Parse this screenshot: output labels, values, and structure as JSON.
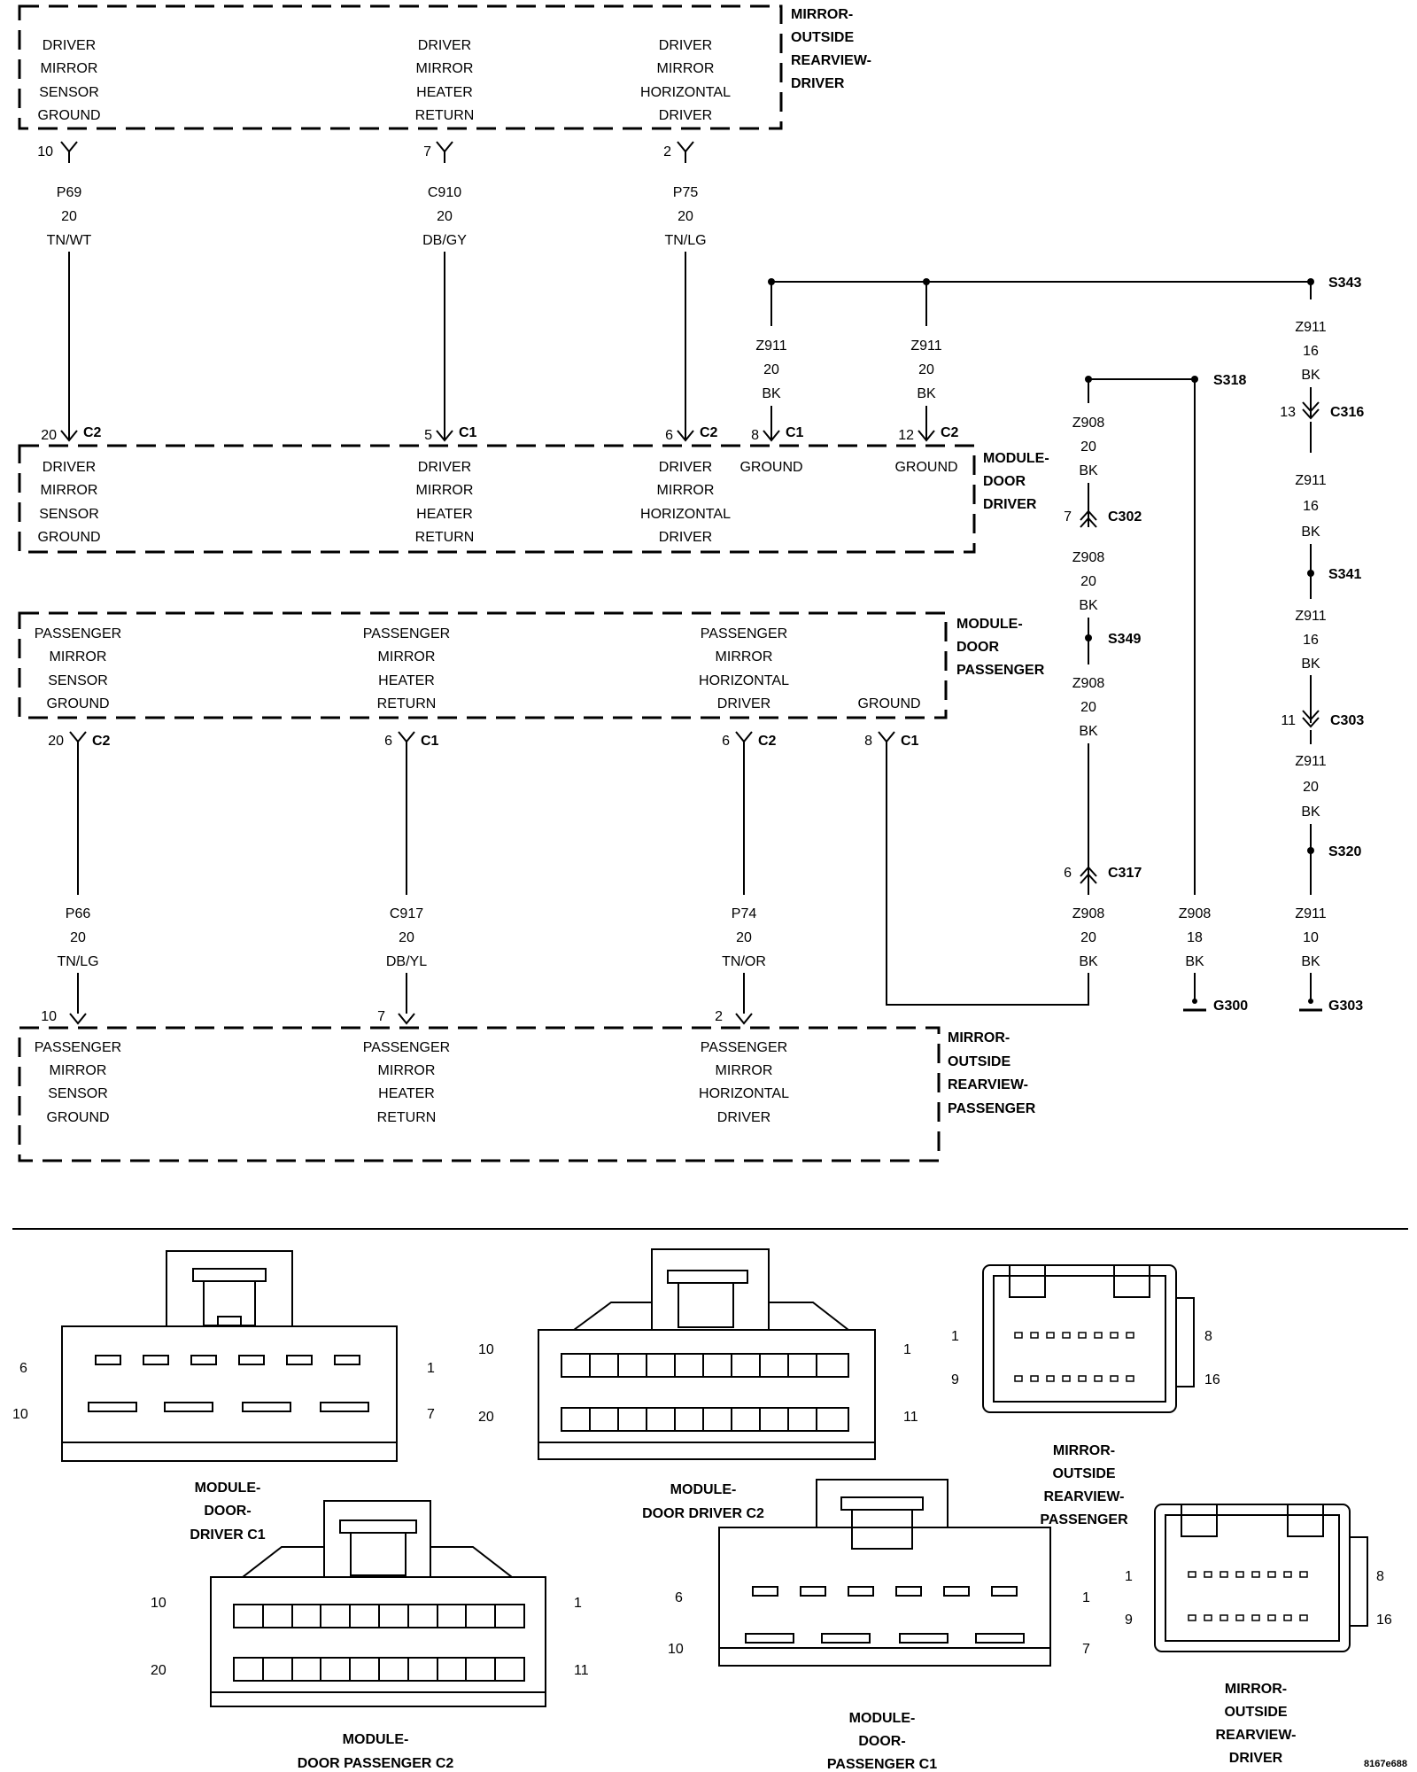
{
  "mirror_driver": {
    "title": [
      "MIRROR-",
      "OUTSIDE",
      "REARVIEW-",
      "DRIVER"
    ],
    "func1": [
      "DRIVER",
      "MIRROR",
      "SENSOR",
      "GROUND"
    ],
    "func2": [
      "DRIVER",
      "MIRROR",
      "HEATER",
      "RETURN"
    ],
    "func3": [
      "DRIVER",
      "MIRROR",
      "HORIZONTAL",
      "DRIVER"
    ],
    "pins": [
      "10",
      "7",
      "2"
    ]
  },
  "module_door_driver": {
    "title": [
      "MODULE-",
      "DOOR",
      "DRIVER"
    ],
    "func1": [
      "DRIVER",
      "MIRROR",
      "SENSOR",
      "GROUND"
    ],
    "func2": [
      "DRIVER",
      "MIRROR",
      "HEATER",
      "RETURN"
    ],
    "func3": [
      "DRIVER",
      "MIRROR",
      "HORIZONTAL",
      "DRIVER"
    ],
    "ground": "GROUND",
    "pins": [
      "20",
      "5",
      "6",
      "8",
      "12"
    ],
    "conns": [
      "C2",
      "C1",
      "C2",
      "C1",
      "C2"
    ]
  },
  "module_door_passenger": {
    "title": [
      "MODULE-",
      "DOOR",
      "PASSENGER"
    ],
    "func1": [
      "PASSENGER",
      "MIRROR",
      "SENSOR",
      "GROUND"
    ],
    "func2": [
      "PASSENGER",
      "MIRROR",
      "HEATER",
      "RETURN"
    ],
    "func3": [
      "PASSENGER",
      "MIRROR",
      "HORIZONTAL",
      "DRIVER"
    ],
    "ground": "GROUND",
    "pins": [
      "20",
      "6",
      "6",
      "8"
    ],
    "conns": [
      "C2",
      "C1",
      "C2",
      "C1"
    ]
  },
  "mirror_passenger": {
    "title": [
      "MIRROR-",
      "OUTSIDE",
      "REARVIEW-",
      "PASSENGER"
    ],
    "func1": [
      "PASSENGER",
      "MIRROR",
      "SENSOR",
      "GROUND"
    ],
    "func2": [
      "PASSENGER",
      "MIRROR",
      "HEATER",
      "RETURN"
    ],
    "func3": [
      "PASSENGER",
      "MIRROR",
      "HORIZONTAL",
      "DRIVER"
    ],
    "pins": [
      "10",
      "7",
      "2"
    ]
  },
  "wires": {
    "p69": [
      "P69",
      "20",
      "TN/WT"
    ],
    "c910": [
      "C910",
      "20",
      "DB/GY"
    ],
    "p75": [
      "P75",
      "20",
      "TN/LG"
    ],
    "z911_a": [
      "Z911",
      "20",
      "BK"
    ],
    "z911_b": [
      "Z911",
      "20",
      "BK"
    ],
    "z911_c": [
      "Z911",
      "16",
      "BK"
    ],
    "z911_d": [
      "Z911",
      "16",
      "BK"
    ],
    "z911_e": [
      "Z911",
      "16",
      "BK"
    ],
    "z911_f": [
      "Z911",
      "20",
      "BK"
    ],
    "z911_g": [
      "Z911",
      "10",
      "BK"
    ],
    "z908_a": [
      "Z908",
      "20",
      "BK"
    ],
    "z908_b": [
      "Z908",
      "20",
      "BK"
    ],
    "z908_c": [
      "Z908",
      "20",
      "BK"
    ],
    "z908_d": [
      "Z908",
      "20",
      "BK"
    ],
    "z908_e": [
      "Z908",
      "18",
      "BK"
    ],
    "p66": [
      "P66",
      "20",
      "TN/LG"
    ],
    "c917": [
      "C917",
      "20",
      "DB/YL"
    ],
    "p74": [
      "P74",
      "20",
      "TN/OR"
    ]
  },
  "splices": {
    "s343": "S343",
    "s318": "S318",
    "s341": "S341",
    "s349": "S349",
    "s320": "S320"
  },
  "inline": {
    "c316": {
      "pin": "13",
      "name": "C316"
    },
    "c302": {
      "pin": "7",
      "name": "C302"
    },
    "c303": {
      "pin": "11",
      "name": "C303"
    },
    "c317": {
      "pin": "6",
      "name": "C317"
    }
  },
  "grounds": {
    "g300": "G300",
    "g303": "G303"
  },
  "connector_views": {
    "mdd_c1": {
      "title": [
        "MODULE-",
        "DOOR-",
        "DRIVER C1"
      ],
      "pins": [
        "6",
        "1",
        "10",
        "7"
      ]
    },
    "mdd_c2": {
      "title": [
        "MODULE-",
        "DOOR DRIVER C2"
      ],
      "pins": [
        "10",
        "1",
        "20",
        "11"
      ]
    },
    "mirror_pass": {
      "title": [
        "MIRROR-",
        "OUTSIDE",
        "REARVIEW-",
        "PASSENGER"
      ],
      "pins": [
        "1",
        "8",
        "9",
        "16"
      ]
    },
    "mdp_c2": {
      "title": [
        "MODULE-",
        "DOOR PASSENGER C2"
      ],
      "pins": [
        "10",
        "1",
        "20",
        "11"
      ]
    },
    "mdp_c1": {
      "title": [
        "MODULE-",
        "DOOR-",
        "PASSENGER C1"
      ],
      "pins": [
        "6",
        "1",
        "10",
        "7"
      ]
    },
    "mirror_drv": {
      "title": [
        "MIRROR-",
        "OUTSIDE",
        "REARVIEW-",
        "DRIVER"
      ],
      "pins": [
        "1",
        "8",
        "9",
        "16"
      ]
    }
  },
  "figure_id": "8167e688"
}
